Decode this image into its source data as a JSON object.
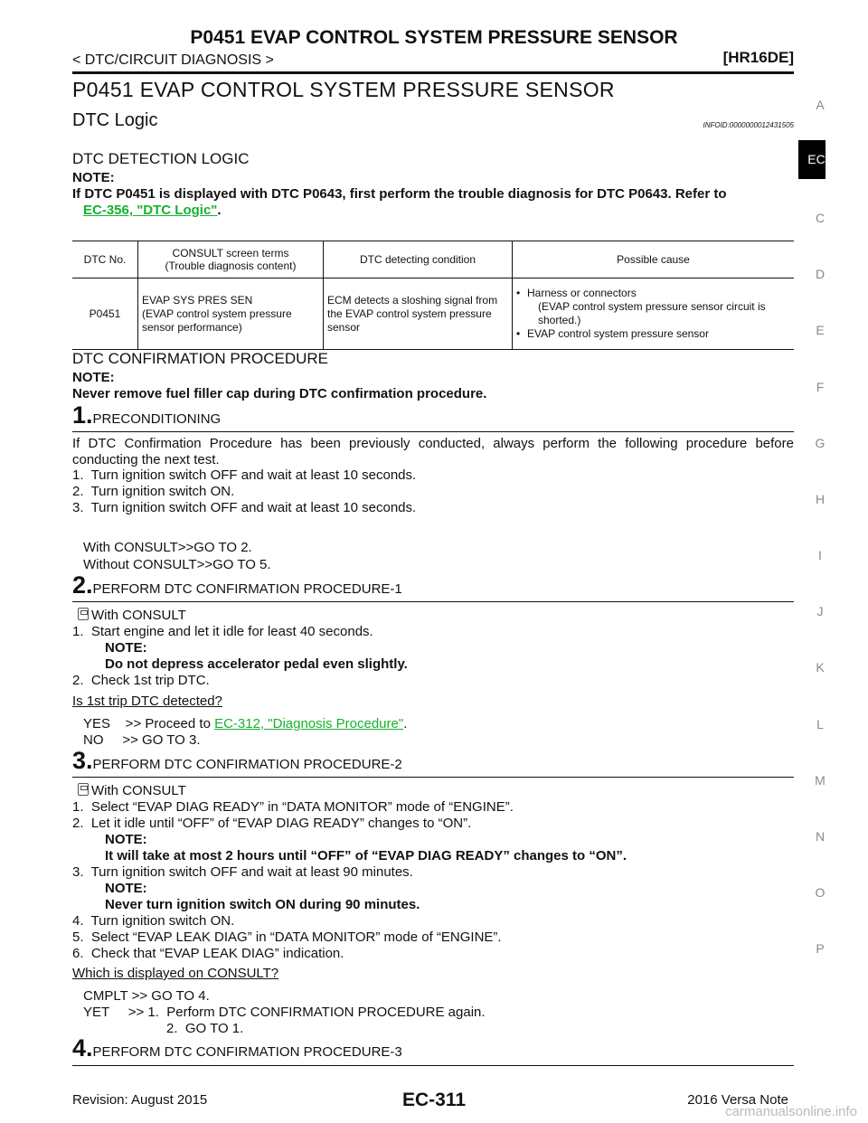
{
  "header": {
    "title": "P0451 EVAP CONTROL SYSTEM PRESSURE SENSOR",
    "breadcrumb": "< DTC/CIRCUIT DIAGNOSIS >",
    "engine_code": "[HR16DE]"
  },
  "section_title": "P0451 EVAP CONTROL SYSTEM PRESSURE SENSOR",
  "subsection_title": "DTC Logic",
  "infoid": "INFOID:0000000012431505",
  "detection_logic": {
    "heading": "DTC DETECTION LOGIC",
    "note_label": "NOTE:",
    "note_text": "If DTC P0451 is displayed with DTC P0643, first perform the trouble diagnosis for DTC P0643. Refer to",
    "note_link": "EC-356, \"DTC Logic\"",
    "note_end": "."
  },
  "table": {
    "headers": [
      "DTC No.",
      "CONSULT screen terms\n(Trouble diagnosis content)",
      "DTC detecting condition",
      "Possible cause"
    ],
    "row": {
      "dtc": "P0451",
      "terms": "EVAP SYS PRES SEN\n(EVAP control system pressure sensor performance)",
      "condition": "ECM detects a sloshing signal from the EVAP control system pressure sensor",
      "cause1": "Harness or connectors",
      "cause1_detail": "(EVAP control system pressure sensor circuit is shorted.)",
      "cause2": "EVAP control system pressure sensor"
    }
  },
  "confirmation": {
    "heading": "DTC CONFIRMATION PROCEDURE",
    "note_label": "NOTE:",
    "note_text": "Never remove fuel filler cap during DTC confirmation procedure."
  },
  "step1": {
    "num": "1.",
    "title": "PRECONDITIONING",
    "para": "If DTC Confirmation Procedure has been previously conducted, always perform the following procedure before conducting the next test.",
    "items": [
      "1.  Turn ignition switch OFF and wait at least 10 seconds.",
      "2.  Turn ignition switch ON.",
      "3.  Turn ignition switch OFF and wait at least 10 seconds."
    ],
    "with": "With CONSULT>>GO TO 2.",
    "without": "Without CONSULT>>GO TO 5."
  },
  "step2": {
    "num": "2.",
    "title": "PERFORM DTC CONFIRMATION PROCEDURE-1",
    "with_consult": "With CONSULT",
    "item1": "1.  Start engine and let it idle for least 40 seconds.",
    "note_label": "NOTE:",
    "note_text": "Do not depress accelerator pedal even slightly.",
    "item2": "2.  Check 1st trip DTC.",
    "question": "Is 1st trip DTC detected?",
    "yes_prefix": "YES    >> Proceed to ",
    "yes_link": "EC-312, \"Diagnosis Procedure\"",
    "yes_end": ".",
    "no": "NO     >> GO TO 3."
  },
  "step3": {
    "num": "3.",
    "title": "PERFORM DTC CONFIRMATION PROCEDURE-2",
    "with_consult": "With CONSULT",
    "item1": "1.  Select “EVAP DIAG READY” in “DATA MONITOR” mode of “ENGINE”.",
    "item2": "2.  Let it idle until “OFF” of “EVAP DIAG READY” changes to “ON”.",
    "note1_label": "NOTE:",
    "note1_text": "It will take at most 2 hours until “OFF” of “EVAP DIAG READY” changes to “ON”.",
    "item3": "3.  Turn ignition switch OFF and wait at least 90 minutes.",
    "note2_label": "NOTE:",
    "note2_text": "Never turn ignition switch ON during 90 minutes.",
    "item4": "4.  Turn ignition switch ON.",
    "item5": "5.  Select “EVAP LEAK DIAG” in “DATA MONITOR” mode of “ENGINE”.",
    "item6": "6.  Check that “EVAP LEAK DIAG” indication.",
    "question": "Which is displayed on CONSULT?",
    "cmplt": "CMPLT >> GO TO 4.",
    "yet": "YET     >> 1.  Perform DTC CONFIRMATION PROCEDURE again.",
    "yet2": "2.  GO TO 1."
  },
  "step4": {
    "num": "4.",
    "title": "PERFORM DTC CONFIRMATION PROCEDURE-3"
  },
  "side_index": [
    "A",
    "C",
    "D",
    "E",
    "F",
    "G",
    "H",
    "I",
    "J",
    "K",
    "L",
    "M",
    "N",
    "O",
    "P"
  ],
  "side_active": "EC",
  "footer": {
    "revision": "Revision: August 2015",
    "page": "EC-311",
    "model": "2016 Versa Note"
  },
  "watermark": "carmanualsonline.info"
}
